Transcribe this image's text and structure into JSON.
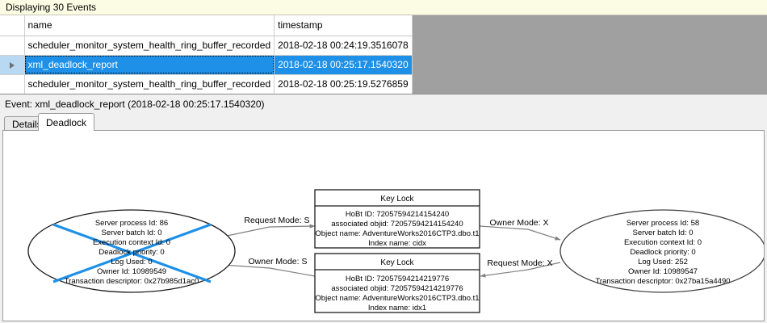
{
  "banner": {
    "text": "Displaying 30 Events"
  },
  "grid": {
    "columns": [
      "",
      "name",
      "timestamp"
    ],
    "rows": [
      {
        "selector": "",
        "name": "scheduler_monitor_system_health_ring_buffer_recorded",
        "timestamp": "2018-02-18 00:24:19.3516078",
        "selected": false
      },
      {
        "selector": "current-row-arrow",
        "name": "xml_deadlock_report",
        "timestamp": "2018-02-18 00:25:17.1540320",
        "selected": true
      },
      {
        "selector": "",
        "name": "scheduler_monitor_system_health_ring_buffer_recorded",
        "timestamp": "2018-02-18 00:25:19.5276859",
        "selected": false
      }
    ]
  },
  "event_header": {
    "text": "Event: xml_deadlock_report (2018-02-18 00:25:17.1540320)"
  },
  "tabs": [
    {
      "label": "Details",
      "active": false
    },
    {
      "label": "Deadlock",
      "active": true
    }
  ],
  "deadlock": {
    "victim_marker_color": "#1e90e8",
    "processes": [
      {
        "id": "left-process",
        "is_victim": true,
        "lines": [
          "Server process Id: 86",
          "Server batch Id: 0",
          "Execution context Id: 0",
          "Deadlock priority: 0",
          "Log Used: 0",
          "Owner Id: 10989549",
          "Transaction descriptor: 0x27b985d1ac0"
        ]
      },
      {
        "id": "right-process",
        "is_victim": false,
        "lines": [
          "Server process Id: 58",
          "Server batch Id: 0",
          "Execution context Id: 0",
          "Deadlock priority: 0",
          "Log Used: 252",
          "Owner Id: 10989547",
          "Transaction descriptor: 0x27ba15a4490"
        ]
      }
    ],
    "resources": [
      {
        "id": "key-lock-top",
        "title": "Key Lock",
        "lines": [
          "HoBt ID: 72057594214154240",
          "associated objid: 72057594214154240",
          "Object name: AdventureWorks2016CTP3.dbo.t1",
          "Index name: cidx"
        ]
      },
      {
        "id": "key-lock-bottom",
        "title": "Key Lock",
        "lines": [
          "HoBt ID: 72057594214219776",
          "associated objid: 72057594214219776",
          "Object name: AdventureWorks2016CTP3.dbo.t1",
          "Index name: idx1"
        ]
      }
    ],
    "edges": [
      {
        "id": "edge-left-request",
        "label": "Request Mode: S"
      },
      {
        "id": "edge-left-owner",
        "label": "Owner Mode: S"
      },
      {
        "id": "edge-right-owner",
        "label": "Owner Mode: X"
      },
      {
        "id": "edge-right-request",
        "label": "Request Mode: X"
      }
    ]
  }
}
